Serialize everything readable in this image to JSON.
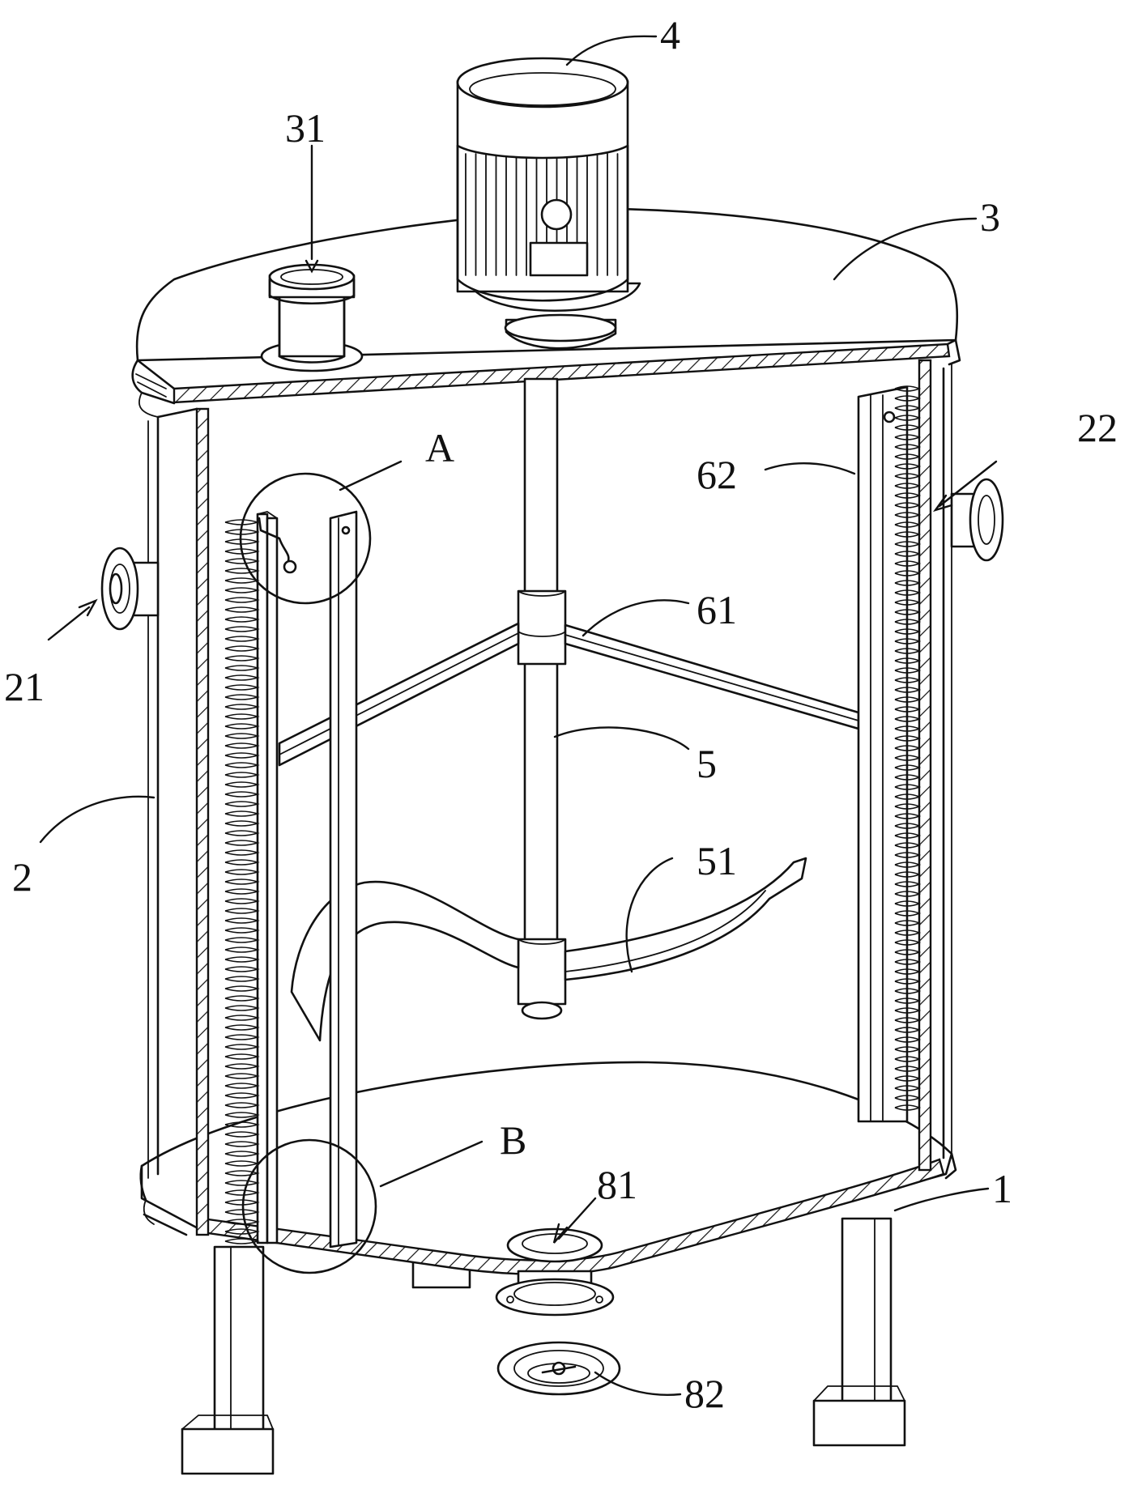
{
  "labels": {
    "l4": "4",
    "l31": "31",
    "l3": "3",
    "l22": "22",
    "l62": "62",
    "lA": "A",
    "l21": "21",
    "l61": "61",
    "l5": "5",
    "l2": "2",
    "l51": "51",
    "lB": "B",
    "l81": "81",
    "l1": "1",
    "l82": "82"
  },
  "colors": {
    "line": "#111111",
    "hatch": "#111111",
    "background": "#ffffff"
  }
}
